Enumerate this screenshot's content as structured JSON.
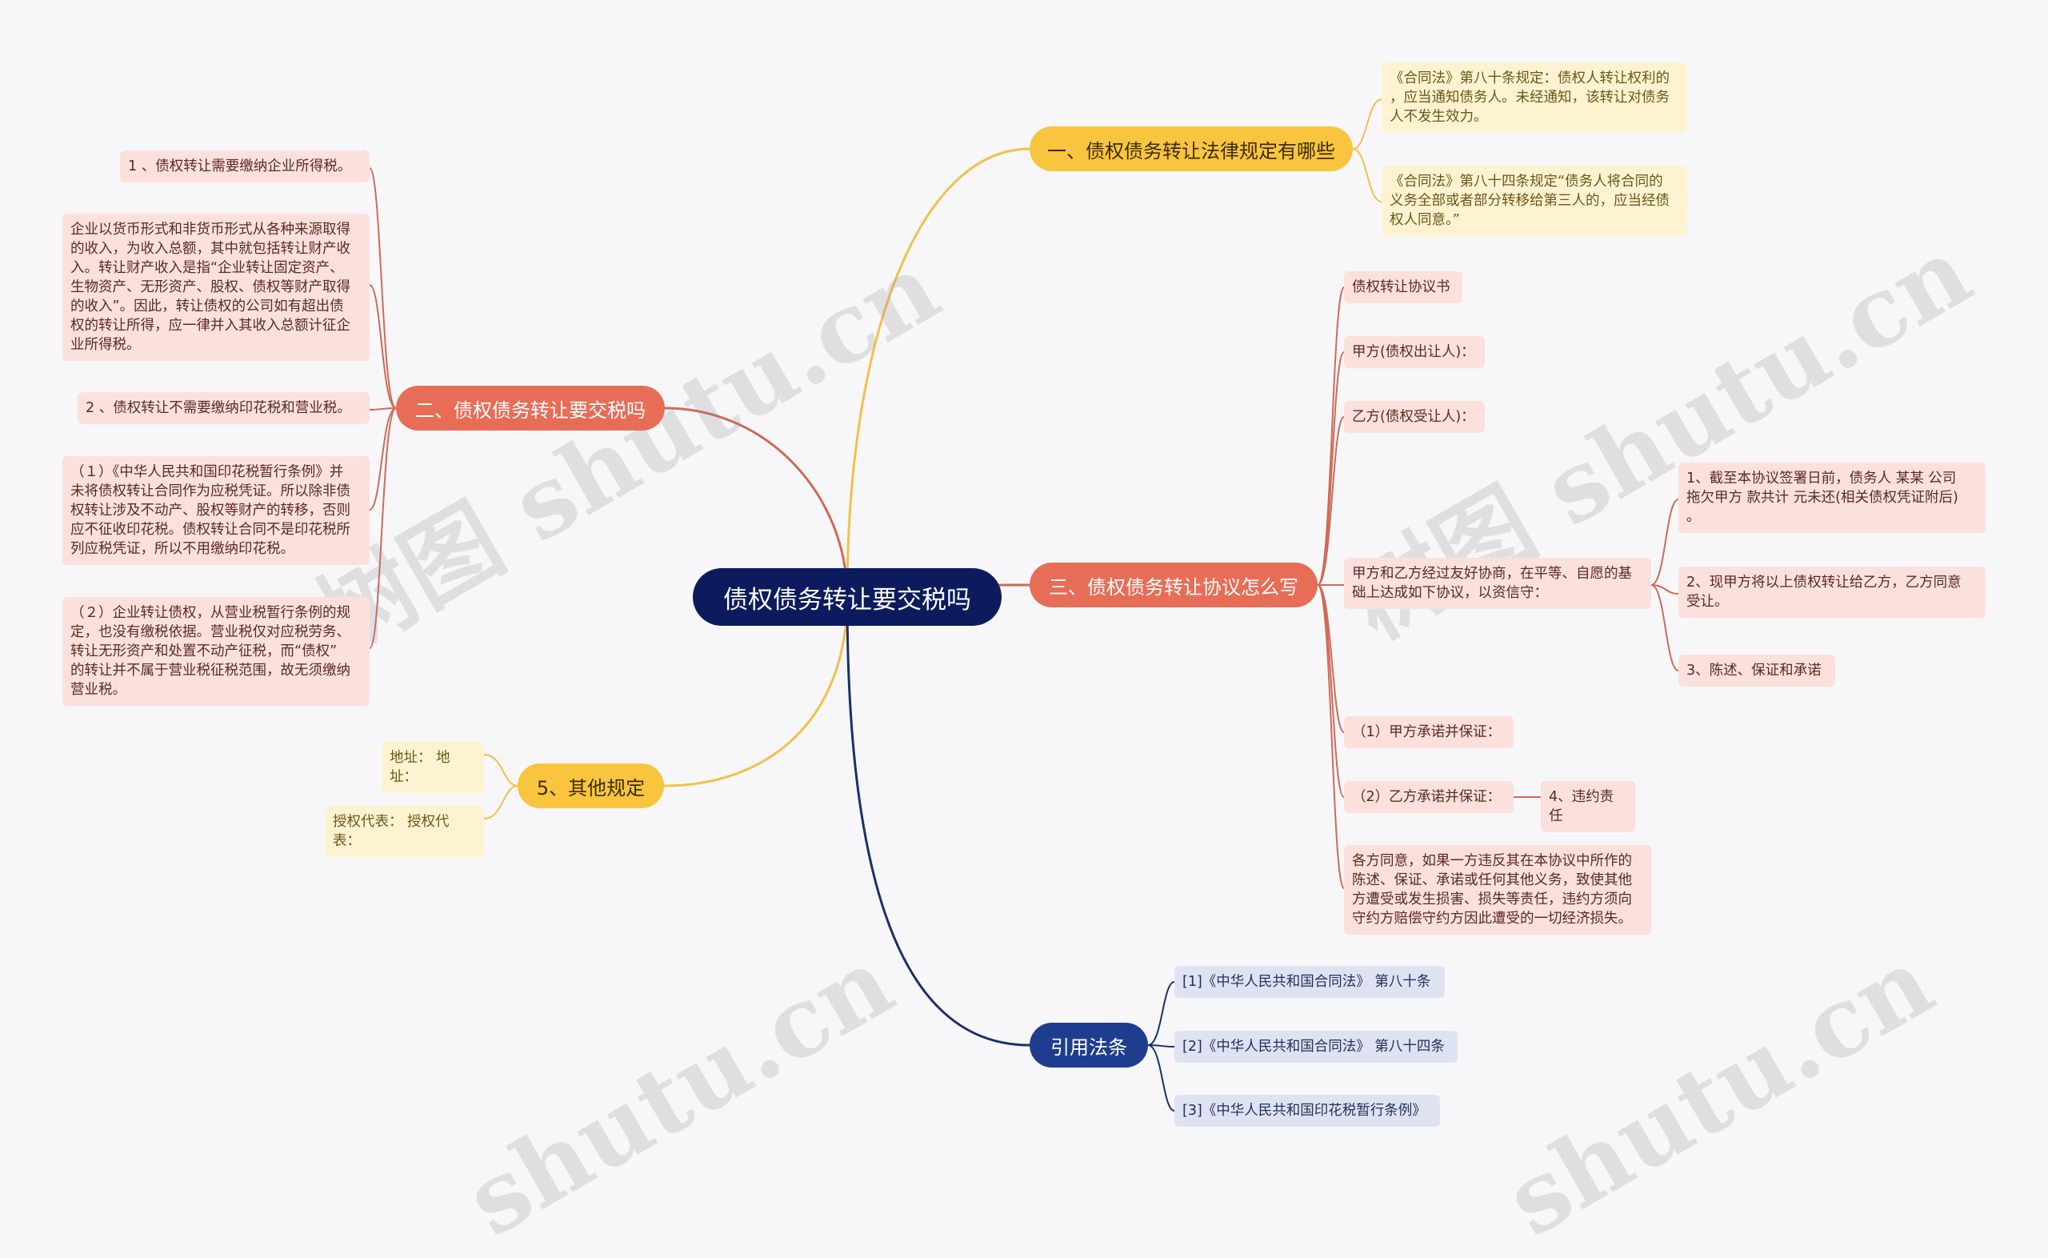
{
  "watermarks": [
    "树图 shutu.cn",
    "树图 shutu.cn",
    "shutu.cn",
    "shutu.cn"
  ],
  "colors": {
    "root": "#0d1b5e",
    "yellow": "#f9c43e",
    "red": "#e76d57",
    "blue": "#1e3d8f",
    "line_yellow": "#f2c04a",
    "line_red": "#cf6a57",
    "line_blue": "#1c2e6e"
  },
  "root": {
    "label": "债权债务转让要交税吗"
  },
  "branches": {
    "b1": {
      "label": "一、债权债务转让法律规定有哪些",
      "children": [
        "《合同法》第八十条规定：债权人转让权利的\n，应当通知债务人。未经通知，该转让对债务\n人不发生效力。",
        "《合同法》第八十四条规定“债务人将合同的\n义务全部或者部分转移给第三人的，应当经债\n权人同意。”"
      ]
    },
    "b2": {
      "label": "二、债权债务转让要交税吗",
      "children": [
        "1 、债权转让需要缴纳企业所得税。",
        "企业以货币形式和非货币形式从各种来源取得\n的收入，为收入总额，其中就包括转让财产收\n入。转让财产收入是指“企业转让固定资产、\n生物资产、无形资产、股权、债权等财产取得\n的收入”。因此，转让债权的公司如有超出债\n权的转让所得，应一律并入其收入总额计征企\n业所得税。",
        "2 、债权转让不需要缴纳印花税和营业税。",
        "（１）《中华人民共和国印花税暂行条例》并\n未将债权转让合同作为应税凭证。所以除非债\n权转让涉及不动产、股权等财产的转移，否则\n应不征收印花税。债权转让合同不是印花税所\n列应税凭证，所以不用缴纳印花税。",
        "（２）企业转让债权，从营业税暂行条例的规\n定，也没有缴税依据。营业税仅对应税劳务、\n转让无形资产和处置不动产征税，而“债权”\n的转让并不属于营业税征税范围，故无须缴纳\n营业税。"
      ]
    },
    "b3": {
      "label": "三、债权债务转让协议怎么写",
      "children": [
        "债权转让协议书",
        "甲方(债权出让人)：",
        "乙方(债权受让人)：",
        "甲方和乙方经过友好协商，在平等、自愿的基\n础上达成如下协议，以资信守：",
        "（1）甲方承诺并保证：",
        "（2）乙方承诺并保证：",
        "各方同意，如果一方违反其在本协议中所作的\n陈述、保证、承诺或任何其他义务，致使其他\n方遭受或发生损害、损失等责任，违约方须向\n守约方赔偿守约方因此遭受的一切经济损失。"
      ],
      "sub_children": [
        "1、截至本协议签署日前，债务人 某某 公司\n拖欠甲方 款共计 元未还(相关债权凭证附后)\n。",
        "2、现甲方将以上债权转让给乙方，乙方同意\n受让。",
        "3、陈述、保证和承诺"
      ],
      "sub_child_2": "4、违约责任"
    },
    "b4": {
      "label": "5、其他规定",
      "children": [
        "地址：  地址：",
        "授权代表：  授权代表："
      ]
    },
    "b5": {
      "label": "引用法条",
      "children": [
        "[1]《中华人民共和国合同法》 第八十条",
        "[2]《中华人民共和国合同法》 第八十四条",
        "[3]《中华人民共和国印花税暂行条例》"
      ]
    }
  }
}
